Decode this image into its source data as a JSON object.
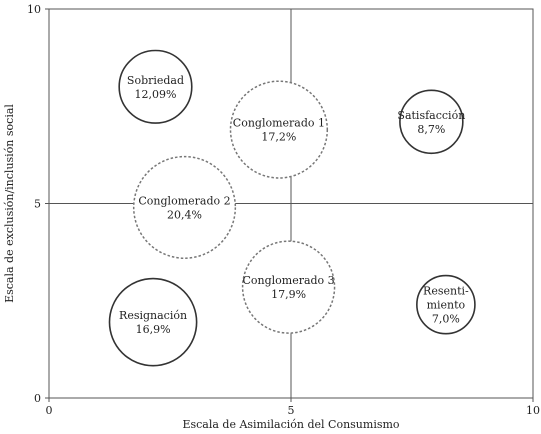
{
  "chart_data": {
    "type": "scatter",
    "title": "",
    "xlabel": "Escala de Asimilación del Consumismo",
    "ylabel": "Escala de exclusión/inclusión social",
    "xlim": [
      0,
      10
    ],
    "ylim": [
      0,
      10
    ],
    "xticks": [
      "0",
      "5",
      "10"
    ],
    "yticks": [
      "0",
      "5",
      "10"
    ],
    "reference_lines": {
      "x": 5,
      "y": 5
    },
    "grid": false,
    "points": [
      {
        "label_lines": [
          "Sobriedad"
        ],
        "value": "12,09%",
        "x": 2.2,
        "y": 8.0,
        "r": 0.75,
        "style": "solid"
      },
      {
        "label_lines": [
          "Conglomerado 1"
        ],
        "value": "17,2%",
        "x": 4.75,
        "y": 6.9,
        "r": 1.0,
        "style": "dashed"
      },
      {
        "label_lines": [
          "Satisfacción"
        ],
        "value": "8,7%",
        "x": 7.9,
        "y": 7.1,
        "r": 0.65,
        "style": "solid"
      },
      {
        "label_lines": [
          "Conglomerado 2"
        ],
        "value": "20,4%",
        "x": 2.8,
        "y": 4.9,
        "r": 1.05,
        "style": "dashed"
      },
      {
        "label_lines": [
          "Conglomerado 3"
        ],
        "value": "17,9%",
        "x": 4.95,
        "y": 2.85,
        "r": 0.95,
        "style": "dashed"
      },
      {
        "label_lines": [
          "Resignación"
        ],
        "value": "16,9%",
        "x": 2.15,
        "y": 1.95,
        "r": 0.9,
        "style": "solid"
      },
      {
        "label_lines": [
          "Resenti-",
          "miento"
        ],
        "value": "7,0%",
        "x": 8.2,
        "y": 2.4,
        "r": 0.6,
        "style": "solid"
      }
    ],
    "colors": {
      "axis": "#555555",
      "bubble_stroke": "#333333",
      "dashed_stroke": "#777777",
      "text": "#222222"
    }
  }
}
